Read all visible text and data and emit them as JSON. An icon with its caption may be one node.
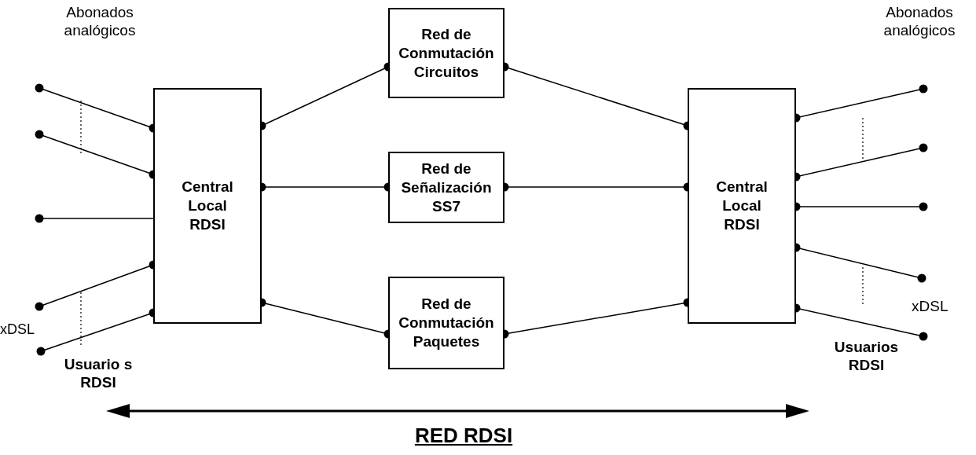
{
  "diagram": {
    "caption": "RED RDSI",
    "nodes": [
      {
        "text": [
          "Central Local RDSI"
        ]
      },
      {
        "text": [
          "Red de Conmutación Circuitos"
        ]
      },
      {
        "text": [
          "Red de Señalización SS7"
        ]
      },
      {
        "text": [
          "Red de Conmutación Paquetes"
        ]
      },
      {
        "text": [
          "Central Local RDSI"
        ]
      }
    ],
    "edges": [
      {
        "from": null,
        "to": 0,
        "arrow": "other"
      },
      {
        "from": null,
        "to": 0,
        "arrow": "other"
      },
      {
        "from": null,
        "to": 0,
        "arrow": "other"
      },
      {
        "from": null,
        "to": 0,
        "arrow": "other"
      },
      {
        "from": null,
        "to": 0,
        "arrow": "other"
      },
      {
        "from": 0,
        "to": 1,
        "arrow": "other"
      },
      {
        "from": 0,
        "to": 2,
        "arrow": "other"
      },
      {
        "from": 0,
        "to": 3,
        "arrow": "other"
      },
      {
        "from": 1,
        "to": 4,
        "arrow": "other"
      },
      {
        "from": 2,
        "to": 4,
        "arrow": "other"
      },
      {
        "from": 3,
        "to": 4,
        "arrow": "other"
      },
      {
        "from": 4,
        "to": null,
        "arrow": "other"
      },
      {
        "from": 4,
        "to": null,
        "arrow": "other"
      },
      {
        "from": 4,
        "to": null,
        "arrow": "other"
      },
      {
        "from": 4,
        "to": null,
        "arrow": "other"
      },
      {
        "from": 4,
        "to": null,
        "arrow": "other"
      }
    ],
    "labels": [
      "Abonados analógicos",
      "xDSL",
      "Usuario s RDSI",
      "Abonados analógicos",
      "xDSL",
      "Usuarios RDSI"
    ]
  }
}
